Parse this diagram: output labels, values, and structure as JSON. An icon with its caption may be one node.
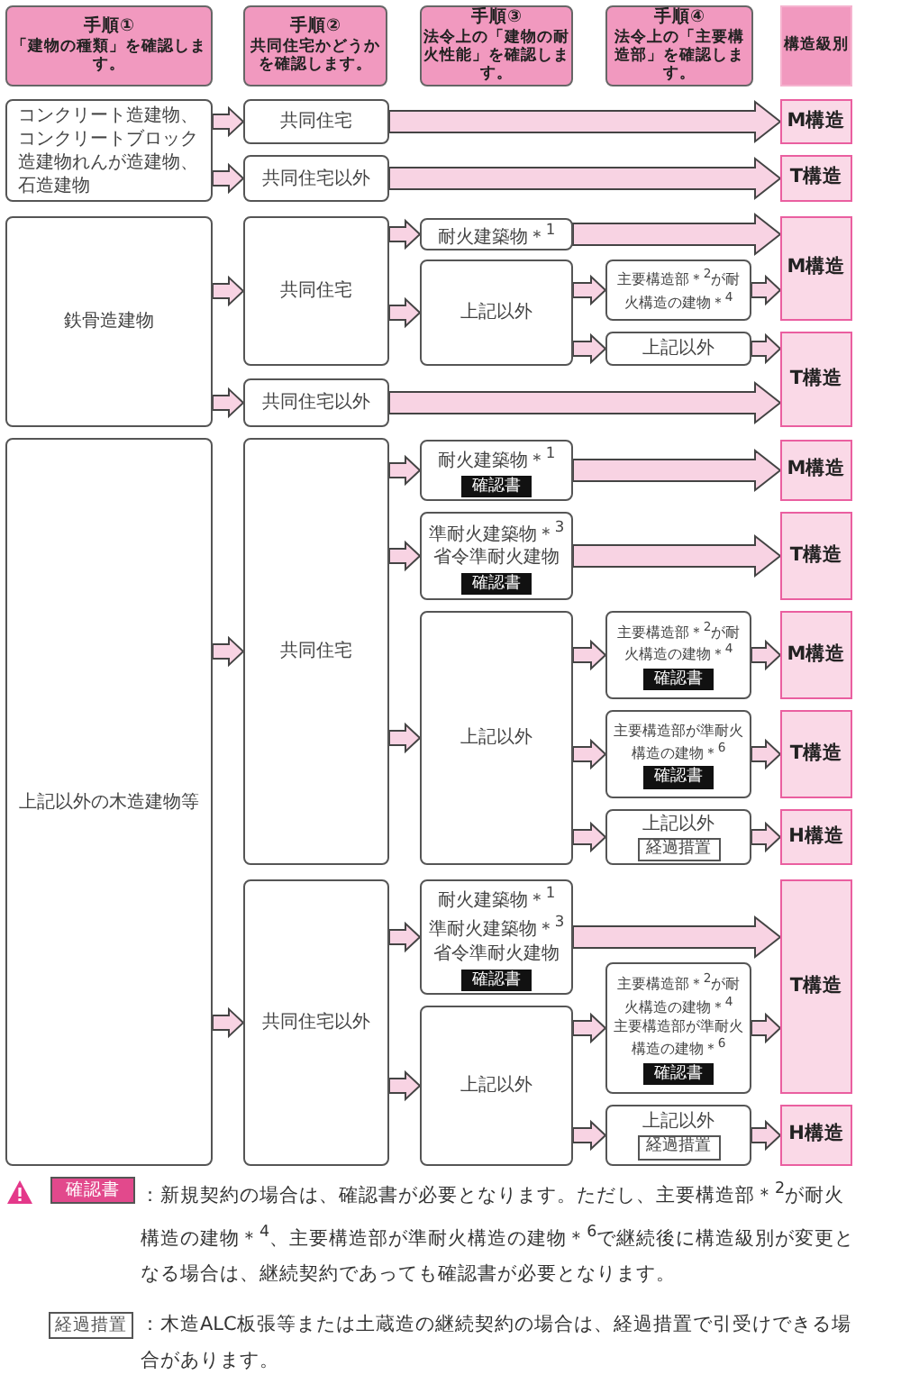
{
  "diagram": {
    "nodes": [
      {
        "text": [
          "手順①",
          "「建物の種類」を確認します。"
        ]
      },
      {
        "text": [
          "手順②",
          "共同住宅かどうかを確認します。"
        ]
      },
      {
        "text": [
          "手順③",
          "法令上の「建物の耐火性能」を確認します。"
        ]
      },
      {
        "text": [
          "手順④",
          "法令上の「主要構造部」を確認します。"
        ]
      },
      {
        "text": [
          "構造級別"
        ]
      },
      {
        "text": [
          "コンクリート造建物、コンクリートブロック造建物れんが造建物、石造建物"
        ]
      },
      {
        "text": [
          "共同住宅"
        ]
      },
      {
        "text": [
          "共同住宅以外"
        ]
      },
      {
        "text": [
          "M構造"
        ]
      },
      {
        "text": [
          "T構造"
        ]
      },
      {
        "text": [
          "鉄骨造建物"
        ]
      },
      {
        "text": [
          "共同住宅"
        ]
      },
      {
        "text": [
          "耐火建築物＊$^{1}$"
        ]
      },
      {
        "text": [
          "上記以外"
        ]
      },
      {
        "text": [
          "主要構造部＊$^{2}$が耐火構造の建物＊$^{4}$"
        ]
      },
      {
        "text": [
          "上記以外"
        ]
      },
      {
        "text": [
          "M構造"
        ]
      },
      {
        "text": [
          "共同住宅以外"
        ]
      },
      {
        "text": [
          "T構造"
        ]
      },
      {
        "text": [
          "上記以外の木造建物等"
        ]
      },
      {
        "text": [
          "共同住宅"
        ]
      },
      {
        "text": [
          "耐火建築物＊$^{1}$",
          "確認書"
        ]
      },
      {
        "text": [
          "M構造"
        ]
      },
      {
        "text": [
          "準耐火建築物＊$^{3}$",
          "省令準耐火建物",
          "確認書"
        ]
      },
      {
        "text": [
          "T構造"
        ]
      },
      {
        "text": [
          "上記以外"
        ]
      },
      {
        "text": [
          "主要構造部＊$^{2}$が耐火構造の建物＊$^{4}$",
          "確認書"
        ]
      },
      {
        "text": [
          "M構造"
        ]
      },
      {
        "text": [
          "主要構造部が準耐火構造の建物＊$^{6}$",
          "確認書"
        ]
      },
      {
        "text": [
          "T構造"
        ]
      },
      {
        "text": [
          "上記以外",
          "経過措置"
        ]
      },
      {
        "text": [
          "H構造"
        ]
      },
      {
        "text": [
          "共同住宅以外"
        ]
      },
      {
        "text": [
          "耐火建築物＊$^{1}$",
          "準耐火建築物＊$^{3}$",
          "省令準耐火建物",
          "確認書"
        ]
      },
      {
        "text": [
          "上記以外"
        ]
      },
      {
        "text": [
          "主要構造部＊$^{2}$が耐火構造の建物＊$^{4}$",
          "主要構造部が準耐火構造の建物＊$^{6}$",
          "確認書"
        ]
      },
      {
        "text": [
          "上記以外",
          "経過措置"
        ]
      },
      {
        "text": [
          "T構造"
        ]
      },
      {
        "text": [
          "H構造"
        ]
      }
    ],
    "edges": [
      {
        "from": 5,
        "to": 6,
        "arrow": "to"
      },
      {
        "from": 5,
        "to": 7,
        "arrow": "to"
      },
      {
        "from": 6,
        "to": 8,
        "arrow": "to"
      },
      {
        "from": 7,
        "to": 9,
        "arrow": "to"
      },
      {
        "from": 10,
        "to": 11,
        "arrow": "to"
      },
      {
        "from": 10,
        "to": 17,
        "arrow": "to"
      },
      {
        "from": 11,
        "to": 12,
        "arrow": "to"
      },
      {
        "from": 11,
        "to": 13,
        "arrow": "to"
      },
      {
        "from": 12,
        "to": 16,
        "arrow": "to"
      },
      {
        "from": 13,
        "to": 14,
        "arrow": "to"
      },
      {
        "from": 13,
        "to": 15,
        "arrow": "to"
      },
      {
        "from": 14,
        "to": 16,
        "arrow": "to"
      },
      {
        "from": 15,
        "to": 18,
        "arrow": "to"
      },
      {
        "from": 17,
        "to": 18,
        "arrow": "to"
      },
      {
        "from": 19,
        "to": 20,
        "arrow": "to"
      },
      {
        "from": 19,
        "to": 32,
        "arrow": "to"
      },
      {
        "from": 20,
        "to": 21,
        "arrow": "to"
      },
      {
        "from": 20,
        "to": 23,
        "arrow": "to"
      },
      {
        "from": 20,
        "to": 25,
        "arrow": "to"
      },
      {
        "from": 21,
        "to": 22,
        "arrow": "to"
      },
      {
        "from": 23,
        "to": 24,
        "arrow": "to"
      },
      {
        "from": 25,
        "to": 26,
        "arrow": "to"
      },
      {
        "from": 25,
        "to": 28,
        "arrow": "to"
      },
      {
        "from": 25,
        "to": 30,
        "arrow": "to"
      },
      {
        "from": 26,
        "to": 27,
        "arrow": "to"
      },
      {
        "from": 28,
        "to": 29,
        "arrow": "to"
      },
      {
        "from": 30,
        "to": 31,
        "arrow": "to"
      },
      {
        "from": 32,
        "to": 33,
        "arrow": "to"
      },
      {
        "from": 32,
        "to": 34,
        "arrow": "to"
      },
      {
        "from": 33,
        "to": 37,
        "arrow": "to"
      },
      {
        "from": 34,
        "to": 35,
        "arrow": "to"
      },
      {
        "from": 34,
        "to": 36,
        "arrow": "to"
      },
      {
        "from": 35,
        "to": 37,
        "arrow": "to"
      },
      {
        "from": 36,
        "to": 38,
        "arrow": "to"
      }
    ],
    "labels": [
      "確認書",
      "：新規契約の場合は、確認書が必要となります。ただし、主要構造部＊$^{2}$が耐火構造の建物＊$^{4}$、主要構造部が準耐火構造の建物＊$^{6}$で継続後に構造級別が変更となる場合は、継続契約であっても確認書が必要となります。",
      "経過措置",
      "：木造ALC板張等または土蔵造の継続契約の場合は、経過措置で引受けできる場合があります。"
    ]
  }
}
